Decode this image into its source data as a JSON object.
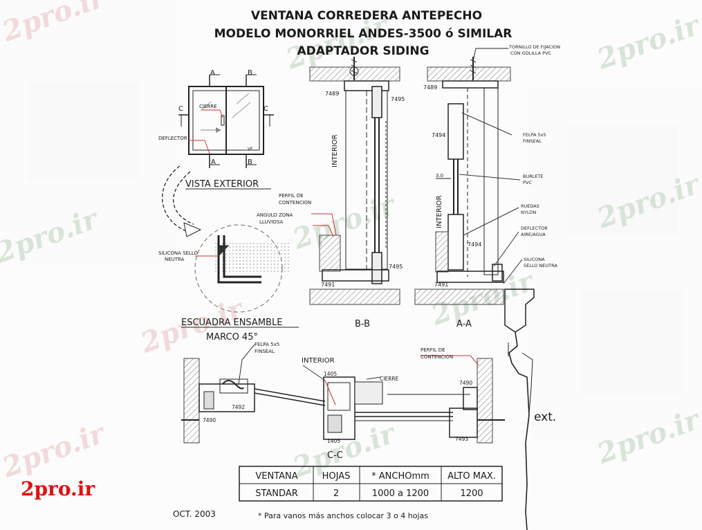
{
  "title": {
    "line1": "VENTANA CORREDERA ANTEPECHO",
    "line2": "MODELO MONORRIEL ANDES-3500 ó SIMILAR",
    "line3": "ADAPTADOR SIDING"
  },
  "watermark": "2pro.ir",
  "brand": "2pro.ir",
  "exterior_view": {
    "label": "VISTA EXTERIOR",
    "cut_a": "A",
    "cut_b": "B",
    "cut_c": "C",
    "cierre": "CIERRE",
    "deflector": "DEFLECTOR",
    "vf": "VF"
  },
  "detail_corner": {
    "silicona_1": "SILICONA SELLO",
    "silicona_2": "NEUTRA"
  },
  "section_bb": {
    "label": "B-B",
    "interior": "INTERIOR",
    "perfil_1": "PERFIL DE",
    "perfil_2": "CONTENCION",
    "angulo_1": "ANGULO ZONA",
    "angulo_2": "LLUVIOSA",
    "p7489": "7489",
    "p7495a": "7495",
    "p7495b": "7495",
    "p7491": "7491"
  },
  "section_aa": {
    "label": "A-A",
    "interior": "INTERIOR",
    "tornillo_1": "TORNILLO DE FIJACION",
    "tornillo_2": "CON GOLILLA PVC",
    "felpa_1": "FELPA 5x5",
    "felpa_2": "FINSEAL",
    "burlete_1": "BURLETE",
    "burlete_2": "PVC",
    "ruedas_1": "RUEDAS",
    "ruedas_2": "NYLON",
    "deflector_1": "DEFLECTOR",
    "deflector_2": "AIRE/AGUA",
    "silicona_1": "SILICONA",
    "silicona_2": "SELLO NEUTRA",
    "dim": "3.0",
    "p7489": "7489",
    "p7494a": "7494",
    "p7494b": "7494",
    "p7491": "7491"
  },
  "escuadra": {
    "line1": "ESCUADRA ENSAMBLE",
    "line2": "MARCO 45°"
  },
  "section_cc": {
    "label": "C-C",
    "felpa_1": "FELPA 5x5",
    "felpa_2": "FINSEAL",
    "interior": "INTERIOR",
    "cierre": "CIERRE",
    "perfil_1": "PERFIL DE",
    "perfil_2": "CONTENCION",
    "p1405a": "1405",
    "p1405b": "1405",
    "p7490a": "7490",
    "p7490b": "7490",
    "p7492": "7492",
    "p7493": "7493"
  },
  "ext_label": "ext.",
  "table": {
    "headers": [
      "VENTANA",
      "HOJAS",
      "* ANCHOmm",
      "ALTO MAX."
    ],
    "row": [
      "STANDAR",
      "2",
      "1000 a 1200",
      "1200"
    ]
  },
  "date": "OCT. 2003",
  "footnote": "* Para vanos más anchos colocar 3 o 4 hojas"
}
